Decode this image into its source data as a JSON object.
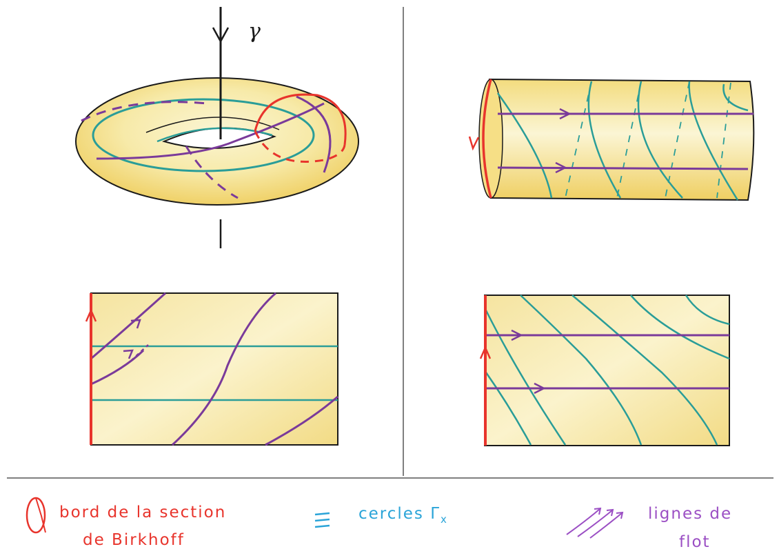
{
  "colors": {
    "paper": "#ffffff",
    "fill": "#f7eaa9",
    "fill_light": "#fbf5d4",
    "fill_shadow": "#efcf62",
    "outline": "#1a1a1a",
    "boundary": "#e8342c",
    "circles": "#2a9d98",
    "flow": "#7a3a9a",
    "divider": "#555555"
  },
  "torus": {
    "axis_label": "γ"
  },
  "legend": {
    "boundary": {
      "line1": "bord de la section",
      "line2": "de Birkhoff",
      "icon": "boundary-circle-icon"
    },
    "circles": {
      "label": "cercles Γ",
      "subscript": "x",
      "icon": "parallel-lines-icon"
    },
    "flow": {
      "line1": "lignes de",
      "line2": "flot",
      "icon": "flow-arrows-icon"
    }
  }
}
